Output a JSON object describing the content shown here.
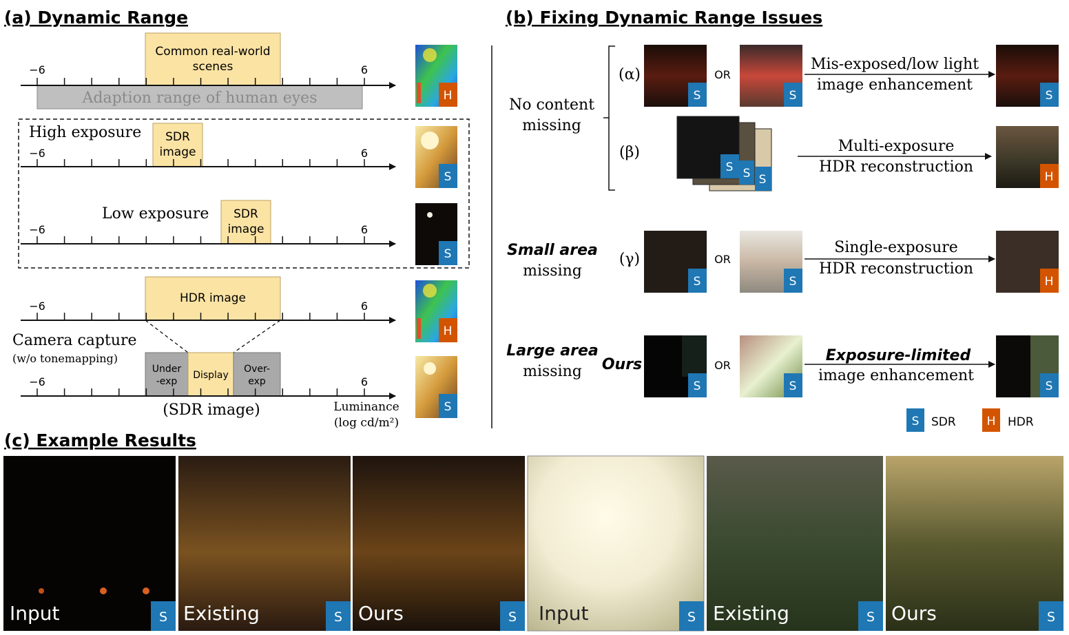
{
  "panel_a": {
    "heading": "(a) Dynamic Range",
    "common_scenes": [
      "Common real-world",
      "scenes"
    ],
    "adaption_range": "Adaption range of human eyes",
    "high_exposure": "High exposure",
    "low_exposure": "Low exposure",
    "sdr_image_box": [
      "SDR",
      "image"
    ],
    "hdr_image_box": "HDR image",
    "camera_capture": "Camera capture",
    "camera_capture_note": "(w/o tonemapping)",
    "underexp": [
      "Under",
      "-exp"
    ],
    "display": "Display",
    "overexp": [
      "Over-",
      "exp"
    ],
    "sdr_image_caption": "(SDR image)",
    "axis_min": "−6",
    "axis_max": "6",
    "luminance_label": [
      "Luminance",
      "(log cd/m²)"
    ]
  },
  "panel_b": {
    "heading": "(b) Fixing Dynamic Range Issues",
    "no_content_missing": [
      "No content",
      "missing"
    ],
    "small_area_missing": [
      "Small area",
      "missing"
    ],
    "large_area_missing": [
      "Large area",
      "missing"
    ],
    "ours": "Ours",
    "alpha": "(α)",
    "beta": "(β)",
    "gamma": "(γ)",
    "or": "OR",
    "task_alpha": [
      "Mis-exposed/low light",
      "image enhancement"
    ],
    "task_beta": [
      "Multi-exposure",
      "HDR reconstruction"
    ],
    "task_gamma": [
      "Single-exposure",
      "HDR reconstruction"
    ],
    "task_ours": [
      "Exposure-limited",
      "image enhancement"
    ],
    "legend_sdr": "SDR",
    "legend_hdr": "HDR"
  },
  "panel_c": {
    "heading": "(c) Example Results",
    "labels": [
      "Input",
      "Existing",
      "Ours",
      "Input",
      "Existing",
      "Ours"
    ]
  },
  "badges": {
    "sdr": "S",
    "hdr": "H"
  },
  "colors": {
    "sdr_badge": "#1f77b4",
    "hdr_badge": "#d35400",
    "yellow_box": "#fbe3a4",
    "gray_box": "#bfbfbf"
  }
}
